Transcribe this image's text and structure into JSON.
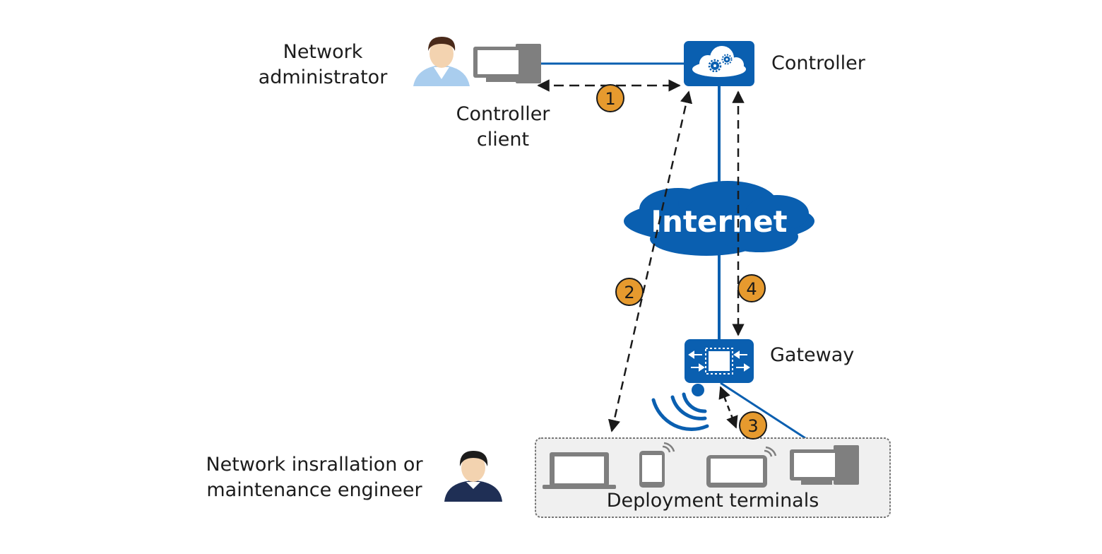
{
  "title": "Controller-based network deployment workflow",
  "colors": {
    "accent_blue": "#0a5fb0",
    "badge_orange": "#e69a2e",
    "device_gray": "#7f7f7f",
    "terminal_box_bg": "#f0f0f0",
    "dashed_arrow": "#1a1a1a"
  },
  "nodes": {
    "network_admin": {
      "label_line1": "Network",
      "label_line2": "administrator",
      "icon": "person-admin-icon"
    },
    "controller_client": {
      "label_line1": "Controller",
      "label_line2": "client",
      "icon": "desktop-computer-icon"
    },
    "controller": {
      "label": "Controller",
      "icon": "cloud-gear-icon"
    },
    "internet": {
      "label": "Internet",
      "icon": "cloud-icon"
    },
    "gateway": {
      "label": "Gateway",
      "icon": "gateway-router-icon"
    },
    "engineer": {
      "label_line1": "Network insrallation or",
      "label_line2": "maintenance engineer",
      "icon": "person-engineer-icon"
    },
    "terminals": {
      "label": "Deployment terminals",
      "devices": [
        "laptop-icon",
        "smartphone-icon",
        "tablet-icon",
        "desktop-computer-icon"
      ]
    }
  },
  "steps": [
    {
      "number": "1",
      "from": "Controller client",
      "to": "Controller"
    },
    {
      "number": "2",
      "from": "Deployment terminals",
      "to": "Controller"
    },
    {
      "number": "3",
      "from": "Gateway",
      "to": "Deployment terminals"
    },
    {
      "number": "4",
      "from": "Controller",
      "to": "Gateway"
    }
  ]
}
